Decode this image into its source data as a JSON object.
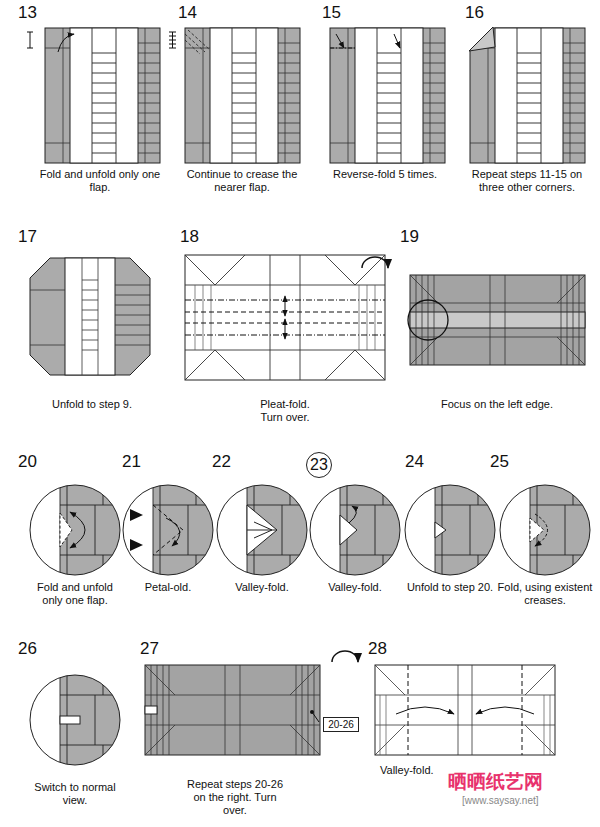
{
  "diagram": {
    "nodes": [
      {
        "text": [
          "23"
        ]
      },
      {
        "text": [
          "20-26"
        ]
      }
    ],
    "labels": [
      "13",
      "Fold and unfold only one flap.",
      "14",
      "Continue to crease the nearer flap.",
      "15",
      "Reverse-fold 5 times.",
      "16",
      "Repeat steps 11-15 on three other corners.",
      "17",
      "Unfold to step 9.",
      "18",
      "Pleat-fold. Turn over.",
      "19",
      "Focus on the left edge.",
      "20",
      "Fold and unfold only one flap.",
      "21",
      "Petal-old.",
      "22",
      "Valley-fold.",
      "Valley-fold.",
      "24",
      "Unfold to step 20.",
      "25",
      "Fold, using existent creases.",
      "26",
      "Switch to normal view.",
      "27",
      "Repeat steps 20-26 on the right. Turn over.",
      "28",
      "Valley-fold.",
      "晒晒纸艺网",
      "[www.saysay.net]"
    ]
  }
}
